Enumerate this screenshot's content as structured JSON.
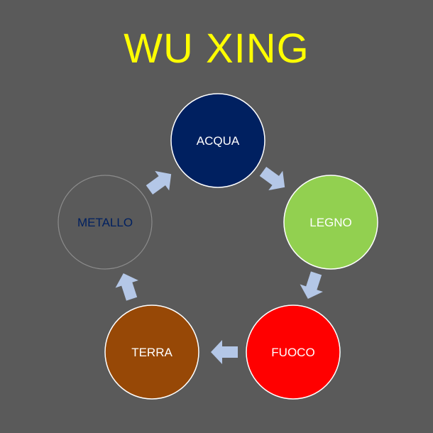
{
  "title": "WU XING",
  "elements": [
    {
      "label": "ACQUA",
      "fill": "#002060",
      "stroke": "#ffffff",
      "text_color": "#ffffff"
    },
    {
      "label": "LEGNO",
      "fill": "#92d050",
      "stroke": "#ffffff",
      "text_color": "#ffffff"
    },
    {
      "label": "FUOCO",
      "fill": "#ff0000",
      "stroke": "#ffffff",
      "text_color": "#ffffff"
    },
    {
      "label": "TERRA",
      "fill": "#974806",
      "stroke": "#ffffff",
      "text_color": "#ffffff"
    },
    {
      "label": "METALLO",
      "fill": "#5a5a5a",
      "stroke": "#8c8c8c",
      "text_color": "#002060"
    }
  ],
  "cycle_order": [
    "ACQUA",
    "LEGNO",
    "FUOCO",
    "TERRA",
    "METALLO"
  ],
  "arrow_color": "#b4c7e7",
  "title_color": "#ffff00",
  "background_color": "#5a5a5a"
}
